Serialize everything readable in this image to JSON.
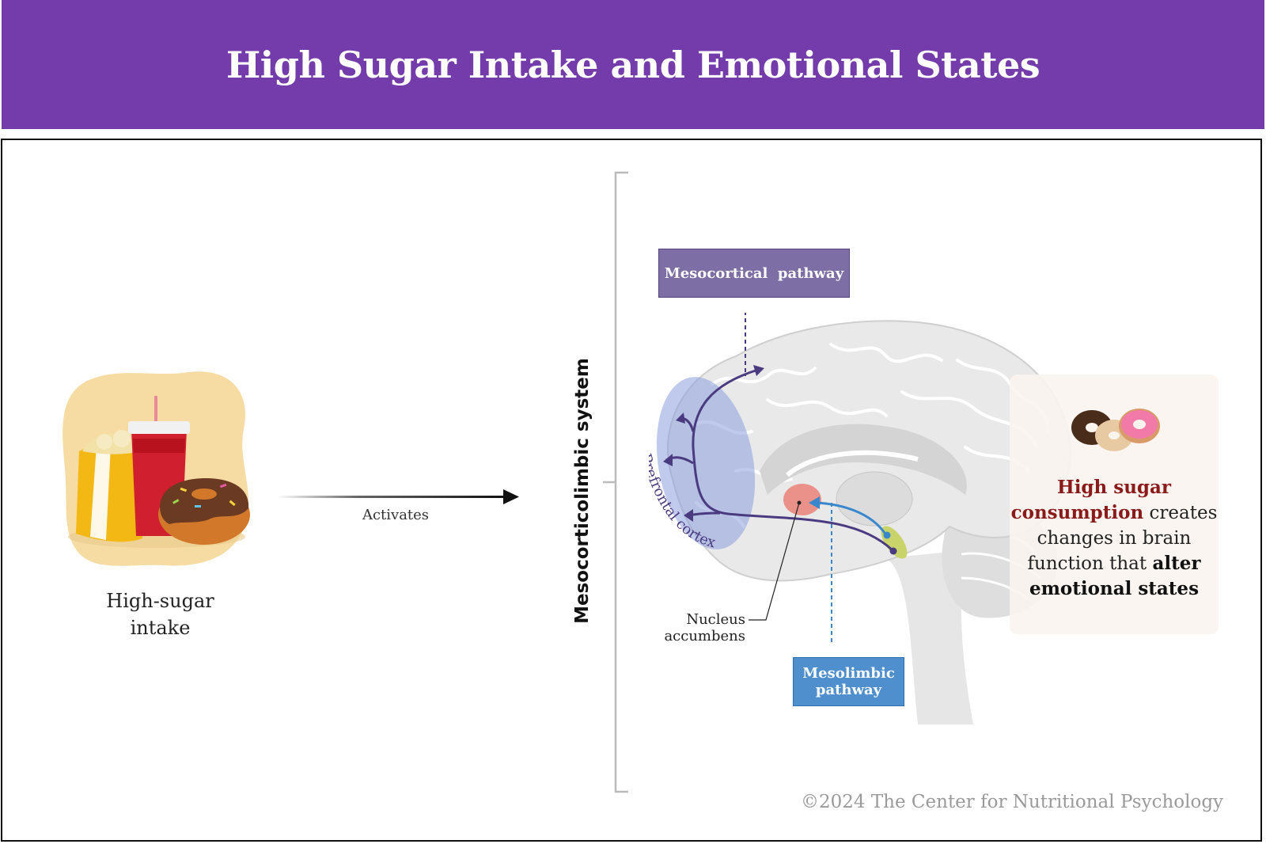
{
  "title": "High Sugar Intake and Emotional States",
  "food": {
    "label_line1": "High-sugar",
    "label_line2": "intake"
  },
  "arrow": {
    "label": "Activates"
  },
  "system": {
    "label": "Mesocorticolimbic system"
  },
  "brain": {
    "mesocortical_label": "Mesocortical  pathway",
    "mesolimbic_label_line1": "Mesolimbic",
    "mesolimbic_label_line2": "pathway",
    "prefrontal_label": "Prefrontal cortex",
    "nucleus_line1": "Nucleus",
    "nucleus_line2": "accumbens"
  },
  "info": {
    "highlight": "High sugar consumption",
    "middle": " creates changes in brain function that ",
    "bold": "alter emotional states"
  },
  "copyright": "©2024 The Center for Nutritional Psychology",
  "colors": {
    "header": "#743cab",
    "mesocortical": "#7e6ea6",
    "mesolimbic": "#4f8fce",
    "pathway_purple": "#4a3a80",
    "pathway_blue": "#3a87cc",
    "highlight": "#8b1a1a"
  }
}
